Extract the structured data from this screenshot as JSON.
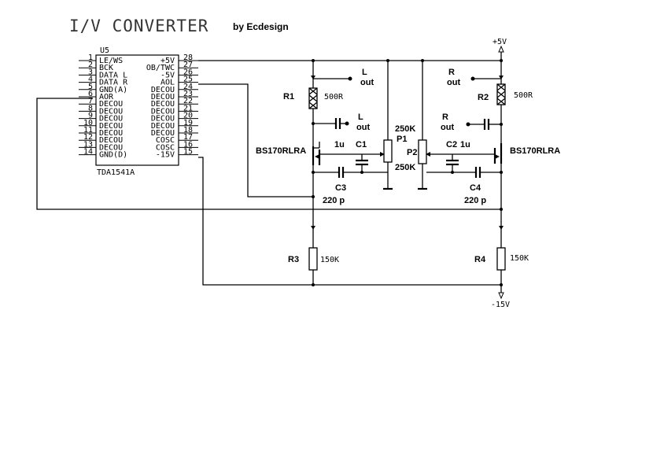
{
  "header": {
    "title": "I/V CONVERTER",
    "author": "by Ecdesign"
  },
  "ic": {
    "designator": "U5",
    "part": "TDA1541A",
    "left_pins": [
      {
        "num": "1",
        "name": "LE/WS"
      },
      {
        "num": "2",
        "name": "BCK"
      },
      {
        "num": "3",
        "name": "DATA L"
      },
      {
        "num": "4",
        "name": "DATA R"
      },
      {
        "num": "5",
        "name": "GND(A)"
      },
      {
        "num": "6",
        "name": "AOR"
      },
      {
        "num": "7",
        "name": "DECOU"
      },
      {
        "num": "8",
        "name": "DECOU"
      },
      {
        "num": "9",
        "name": "DECOU"
      },
      {
        "num": "10",
        "name": "DECOU"
      },
      {
        "num": "11",
        "name": "DECOU"
      },
      {
        "num": "12",
        "name": "DECOU"
      },
      {
        "num": "13",
        "name": "DECOU"
      },
      {
        "num": "14",
        "name": "GND(D)"
      }
    ],
    "right_pins": [
      {
        "num": "28",
        "name": "+5V"
      },
      {
        "num": "27",
        "name": "OB/TWC"
      },
      {
        "num": "26",
        "name": "-5V"
      },
      {
        "num": "25",
        "name": "AOL"
      },
      {
        "num": "24",
        "name": "DECOU"
      },
      {
        "num": "23",
        "name": "DECOU"
      },
      {
        "num": "22",
        "name": "DECOU"
      },
      {
        "num": "21",
        "name": "DECOU"
      },
      {
        "num": "20",
        "name": "DECOU"
      },
      {
        "num": "19",
        "name": "DECOU"
      },
      {
        "num": "18",
        "name": "DECOU"
      },
      {
        "num": "17",
        "name": "COSC"
      },
      {
        "num": "16",
        "name": "COSC"
      },
      {
        "num": "15",
        "name": "-15V"
      }
    ]
  },
  "rails": {
    "pos": "+5V",
    "neg": "-15V"
  },
  "components": {
    "r1": {
      "ref": "R1",
      "value": "500R"
    },
    "r2": {
      "ref": "R2",
      "value": "500R"
    },
    "r3": {
      "ref": "R3",
      "value": "150K"
    },
    "r4": {
      "ref": "R4",
      "value": "150K"
    },
    "p1": {
      "ref": "P1",
      "value_top": "250K",
      "value_bottom": "250K"
    },
    "p2": {
      "ref": "P2"
    },
    "c1": {
      "ref": "C1",
      "value": "1u"
    },
    "c2": {
      "ref": "C2",
      "value": "1u"
    },
    "c3": {
      "ref": "C3",
      "value": "220 p"
    },
    "c4": {
      "ref": "C4",
      "value": "220 p"
    },
    "q_left": {
      "part": "BS170RLRA"
    },
    "q_right": {
      "part": "BS170RLRA"
    }
  },
  "outputs": {
    "l_top": {
      "ch": "L",
      "word": "out"
    },
    "l_mid": {
      "ch": "L",
      "word": "out"
    },
    "r_top": {
      "ch": "R",
      "word": "out"
    },
    "r_mid": {
      "ch": "R",
      "word": "out"
    }
  }
}
